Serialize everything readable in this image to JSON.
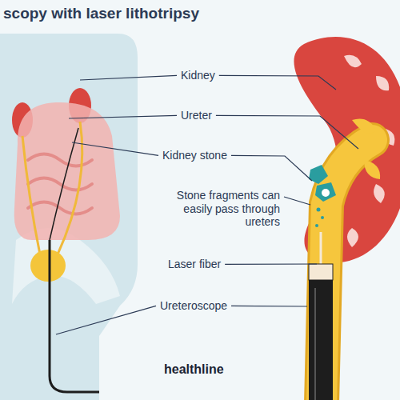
{
  "diagram": {
    "title": "scopy with laser lithotripsy",
    "labels": [
      "Kidney",
      "Ureter",
      "Kidney stone",
      "Stone fragments can easily pass through ureters",
      "Laser fiber",
      "Ureteroscope",
      "healthline"
    ]
  }
}
